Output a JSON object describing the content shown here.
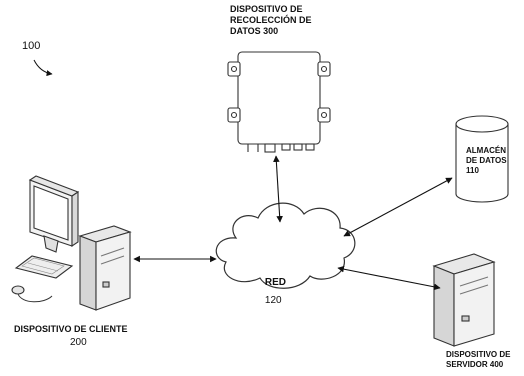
{
  "figure": {
    "ref": "100"
  },
  "collector": {
    "name_lines": [
      "DISPOSITIVO DE",
      "RECOLECCIÓN DE",
      "DATOS 300"
    ]
  },
  "datastore": {
    "name_lines": [
      "ALMACÉN",
      "DE DATOS",
      "110"
    ]
  },
  "network": {
    "name": "RED",
    "number": "120"
  },
  "client": {
    "name": "DISPOSITIVO DE CLIENTE",
    "number": "200"
  },
  "server": {
    "name_lines": [
      "DISPOSITIVO DE",
      "SERVIDOR 400"
    ]
  }
}
